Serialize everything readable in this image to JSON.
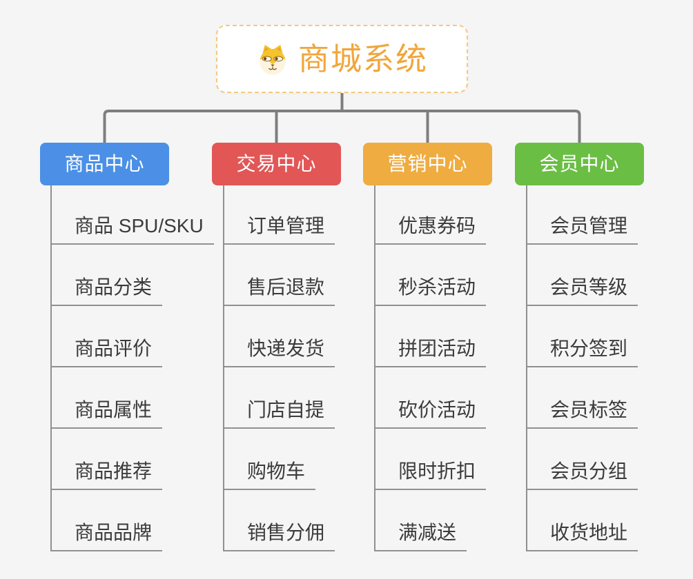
{
  "root": {
    "label": "商城系统",
    "icon": "shiba-dog-icon",
    "text_color": "#F0A63C",
    "border_color": "#F4C87E"
  },
  "branches": [
    {
      "label": "商品中心",
      "color": "#4B90E6",
      "items": [
        "商品 SPU/SKU",
        "商品分类",
        "商品评价",
        "商品属性",
        "商品推荐",
        "商品品牌"
      ]
    },
    {
      "label": "交易中心",
      "color": "#E25656",
      "items": [
        "订单管理",
        "售后退款",
        "快递发货",
        "门店自提",
        "购物车",
        "销售分佣"
      ]
    },
    {
      "label": "营销中心",
      "color": "#EFAC40",
      "items": [
        "优惠券码",
        "秒杀活动",
        "拼团活动",
        "砍价活动",
        "限时折扣",
        "满减送"
      ]
    },
    {
      "label": "会员中心",
      "color": "#6ABE44",
      "items": [
        "会员管理",
        "会员等级",
        "积分签到",
        "会员标签",
        "会员分组",
        "收货地址"
      ]
    }
  ],
  "connector_color": "#7E7E7E",
  "line_color": "#909090",
  "background_color": "#F5F5F5"
}
